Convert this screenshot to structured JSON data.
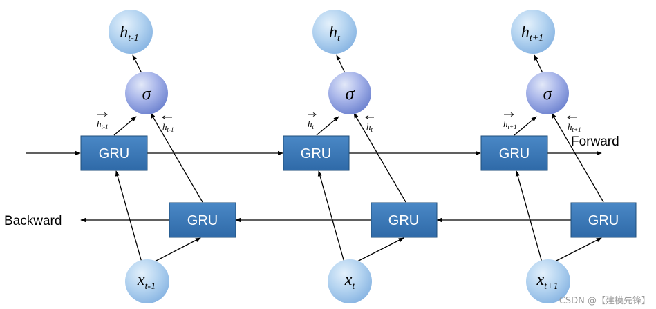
{
  "gru_label": "GRU",
  "forward_label": "Forward",
  "backward_label": "Backward",
  "sigma_symbol": "σ",
  "columns": [
    {
      "h_base": "h",
      "h_sub": "t-1",
      "x_base": "x",
      "x_sub": "t-1",
      "fwd_base": "h",
      "fwd_sub": "t-1",
      "bwd_base": "h",
      "bwd_sub": "t-1"
    },
    {
      "h_base": "h",
      "h_sub": "t",
      "x_base": "x",
      "x_sub": "t",
      "fwd_base": "h",
      "fwd_sub": "t",
      "bwd_base": "h",
      "bwd_sub": "t"
    },
    {
      "h_base": "h",
      "h_sub": "t+1",
      "x_base": "x",
      "x_sub": "t+1",
      "fwd_base": "h",
      "fwd_sub": "t+1",
      "bwd_base": "h",
      "bwd_sub": "t+1"
    }
  ],
  "watermark": "CSDN @【建模先锋】",
  "colors": {
    "gru_fill": "#3a79b8",
    "node_light": "#c3dcf3",
    "node_mid": "#9cc3ea",
    "sigma_light": "#d4dff5",
    "sigma_dark": "#7b8fd6"
  }
}
